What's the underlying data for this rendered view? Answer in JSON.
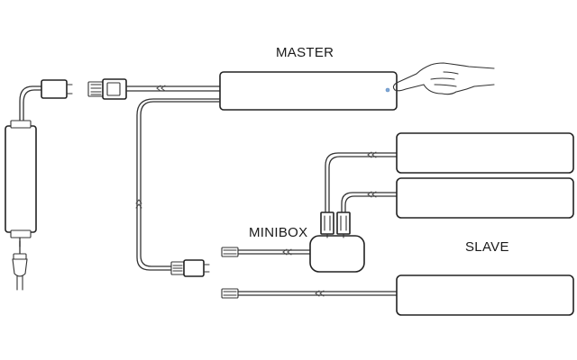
{
  "labels": {
    "master": "MASTER",
    "minibox": "MINIBOX",
    "slave": "SLAVE"
  },
  "icons": {
    "hand": "hand-touch-icon",
    "plug": "power-plug-icon",
    "sensor": "touch-sensor-dot"
  },
  "colors": {
    "line": "#333333",
    "sensor": "#7fa8d8",
    "background": "#ffffff"
  }
}
